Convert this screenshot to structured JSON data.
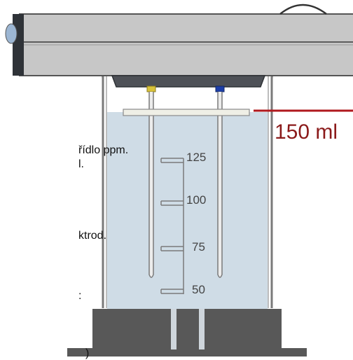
{
  "background_fragments": [
    "řídlo ppm.",
    "l.",
    "ktrod.",
    ":",
    ")"
  ],
  "volume_marker": {
    "label": "150 ml",
    "color": "#b0191e"
  },
  "scale_ticks": [
    "125",
    "100",
    "75",
    "50"
  ],
  "colors": {
    "liquid": "#cfdce6",
    "device_body": "#c7c7c7",
    "device_end": "#2f3338",
    "base": "#585858",
    "probe_cap_left": "#d8c23a",
    "probe_cap_right": "#1e3fa8",
    "dark_knob": "#6b6f76"
  }
}
